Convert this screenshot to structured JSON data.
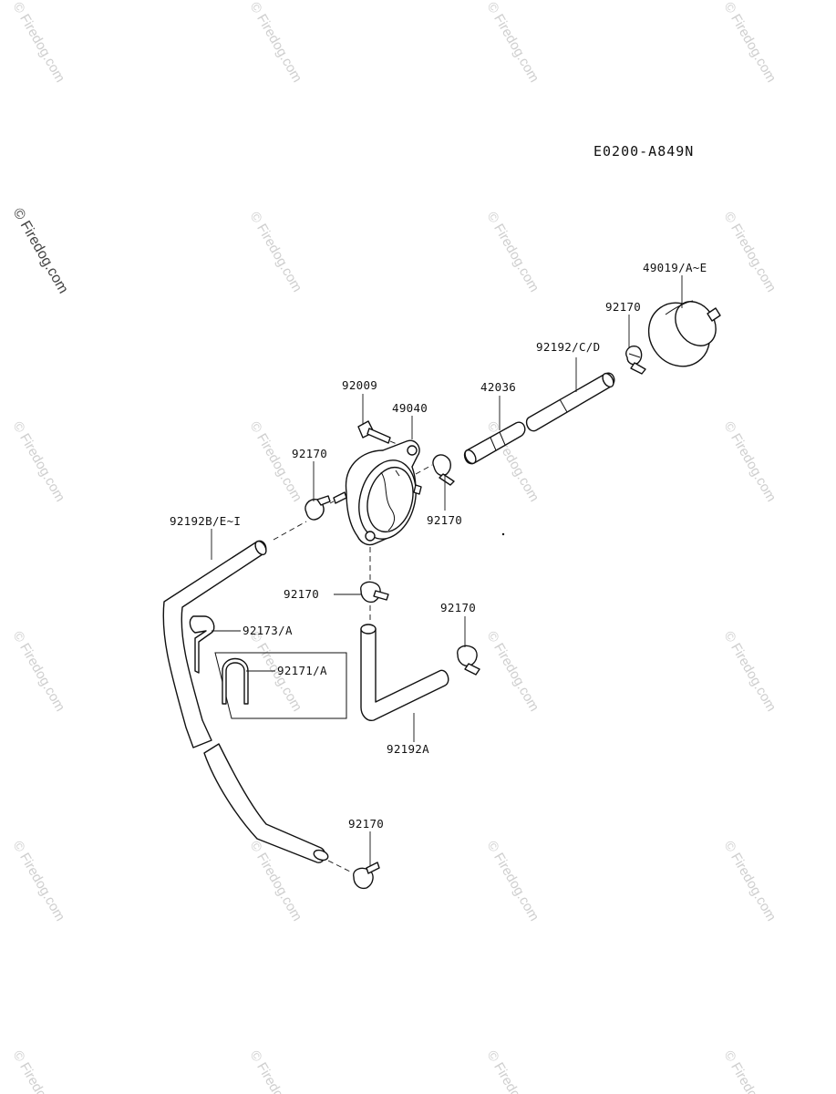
{
  "diagram": {
    "code": "E0200-A849N",
    "watermark": "© Firedog.com",
    "labels": {
      "filter": "49019/A~E",
      "clamp_filter": "92170",
      "hose_cd": "92192/C/D",
      "pipe": "42036",
      "screw": "92009",
      "valve": "49040",
      "clamp_valve_left": "92170",
      "clamp_valve_right": "92170",
      "hose_bei": "92192B/E~I",
      "clamp_valve_bottom": "92170",
      "clip_a": "92173/A",
      "clip_b": "92171/A",
      "clamp_right_low": "92170",
      "hose_a": "92192A",
      "clamp_bottom": "92170"
    }
  }
}
